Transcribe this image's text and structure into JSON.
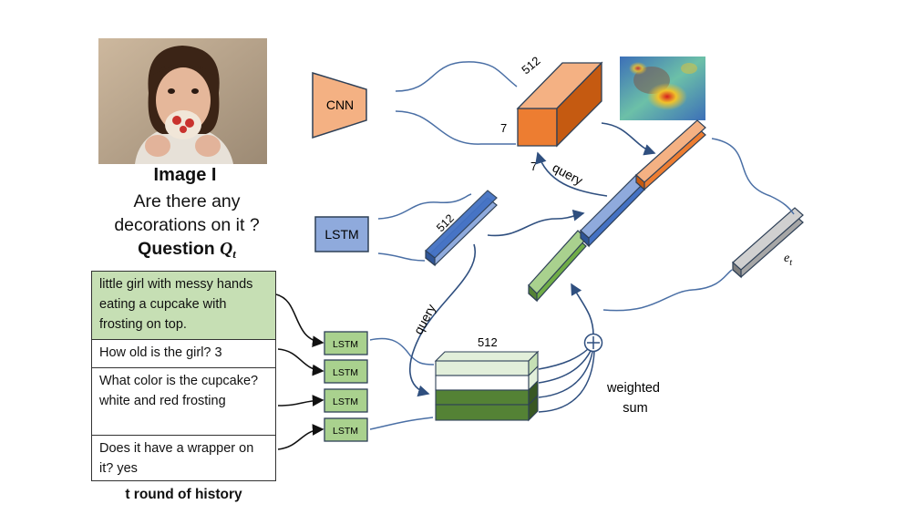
{
  "image_label": "Image I",
  "question_text": "Are there any decorations on it ?",
  "question_label": "Question",
  "question_symbol": "Q",
  "question_subscript": "t",
  "history": [
    "little girl with messy hands eating a cupcake with frosting on top.",
    "How old is the girl? 3",
    "What color is the cupcake? white and red frosting",
    "Does it have a wrapper on it? yes"
  ],
  "history_label": "t round of history",
  "cnn_label": "CNN",
  "lstm_label": "LSTM",
  "history_lstm_label": "LSTM",
  "image_feature": {
    "dim_512": "512",
    "dim_7_left": "7",
    "dim_7_bottom": "7"
  },
  "question_feature_dim": "512",
  "history_feature_dim": "512",
  "query_label_top": "query",
  "query_label_mid": "query",
  "weighted_sum_label": "weighted sum",
  "plus_symbol": "⊕",
  "embedding_label": "e",
  "embedding_subscript": "t",
  "colors": {
    "orange": "#ed7d31",
    "blue": "#4472c4",
    "green": "#70ad47",
    "gray": "#a6a6a6",
    "dark_green": "#548235",
    "light_green": "#e2efda",
    "caption_bg": "#c6dfb4",
    "arrow_blue": "#4a6fa5"
  }
}
